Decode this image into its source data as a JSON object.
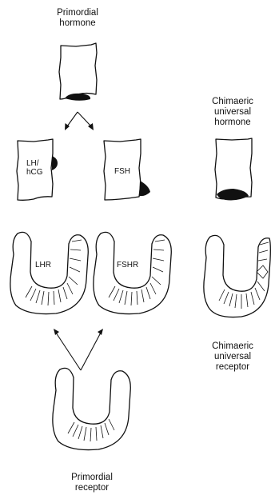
{
  "labels": {
    "primordial_hormone": [
      "Primordial",
      "hormone"
    ],
    "chimaeric_hormone": [
      "Chimaeric",
      "universal",
      "hormone"
    ],
    "lh_hcg": [
      "LH/",
      "hCG"
    ],
    "fsh": "FSH",
    "lhr": "LHR",
    "fshr": "FSHR",
    "chimaeric_receptor": [
      "Chimaeric",
      "universal",
      "receptor"
    ],
    "primordial_receptor": [
      "Primordial",
      "receptor"
    ]
  }
}
